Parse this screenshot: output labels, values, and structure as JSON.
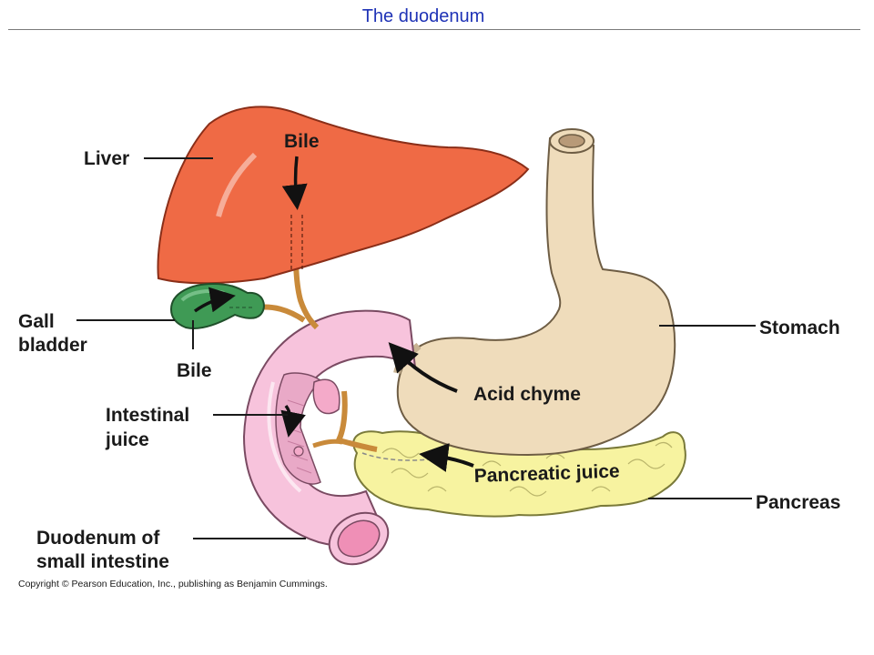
{
  "title": "The duodenum",
  "labels": {
    "liver": "Liver",
    "bile_top": "Bile",
    "gall_bladder_line1": "Gall",
    "gall_bladder_line2": "bladder",
    "bile_bottom": "Bile",
    "intestinal_juice_line1": "Intestinal",
    "intestinal_juice_line2": "juice",
    "duodenum_line1": "Duodenum of",
    "duodenum_line2": "small intestine",
    "stomach": "Stomach",
    "acid_chyme": "Acid chyme",
    "pancreatic_juice": "Pancreatic juice",
    "pancreas": "Pancreas"
  },
  "copyright": "Copyright © Pearson Education, Inc., publishing as Benjamin Cummings.",
  "colors": {
    "title": "#1f33b6",
    "liver": "#ef6a45",
    "gall_bladder": "#3f9a55",
    "bile_duct": "#c98a3a",
    "stomach": "#efdcbb",
    "pancreas": "#f7f3a0",
    "duodenum": "#f7c3dc"
  }
}
